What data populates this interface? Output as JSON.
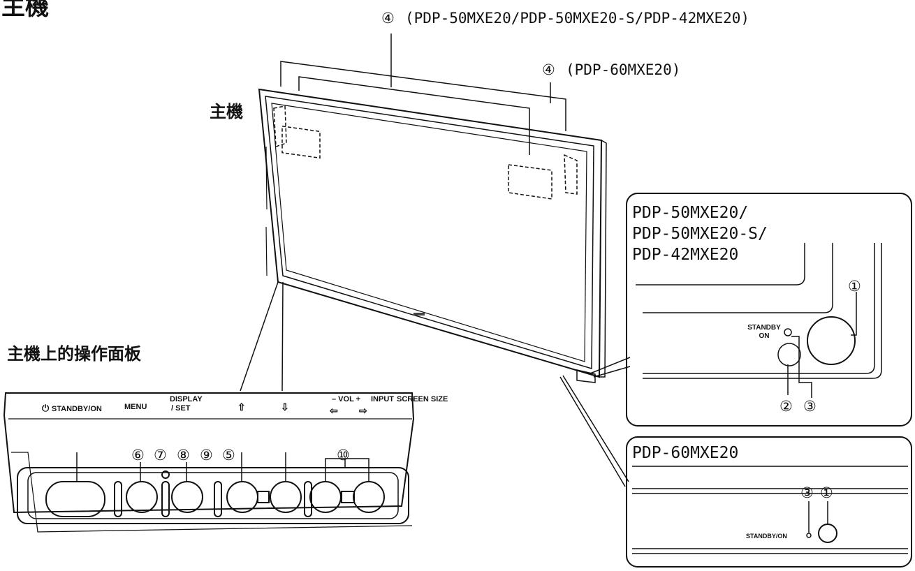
{
  "page_title": "主機",
  "callouts": {
    "top_1_number": "④",
    "top_1_models": "(PDP-50MXE20/PDP-50MXE20-S/PDP-42MXE20)",
    "top_2_number": "④",
    "top_2_models": "(PDP-60MXE20)"
  },
  "main_unit_label": "主機",
  "control_panel_label": "主機上的操作面板",
  "control_panel": {
    "standby_on": "STANDBY/ON",
    "menu": "MENU",
    "display": "DISPLAY",
    "set": "/ SET",
    "up_arrow": "⇧",
    "down_arrow": "⇩",
    "vol": "– VOL +",
    "input": "INPUT",
    "screen_size": "SCREEN SIZE",
    "left_arrow": "⇦",
    "right_arrow": "⇨",
    "numbers": [
      "⑥",
      "⑦",
      "⑧",
      "⑨",
      "⑤"
    ],
    "number_10": "⑩"
  },
  "inset_top": {
    "models_line1": "PDP-50MXE20/",
    "models_line2": "PDP-50MXE20-S/",
    "models_line3": "PDP-42MXE20",
    "standby_line1": "STANDBY",
    "standby_line2": "ON",
    "num_1": "①",
    "num_2": "②",
    "num_3": "③"
  },
  "inset_bottom": {
    "model": "PDP-60MXE20",
    "standby": "STANDBY/ON",
    "num_3": "③",
    "num_1": "①"
  }
}
